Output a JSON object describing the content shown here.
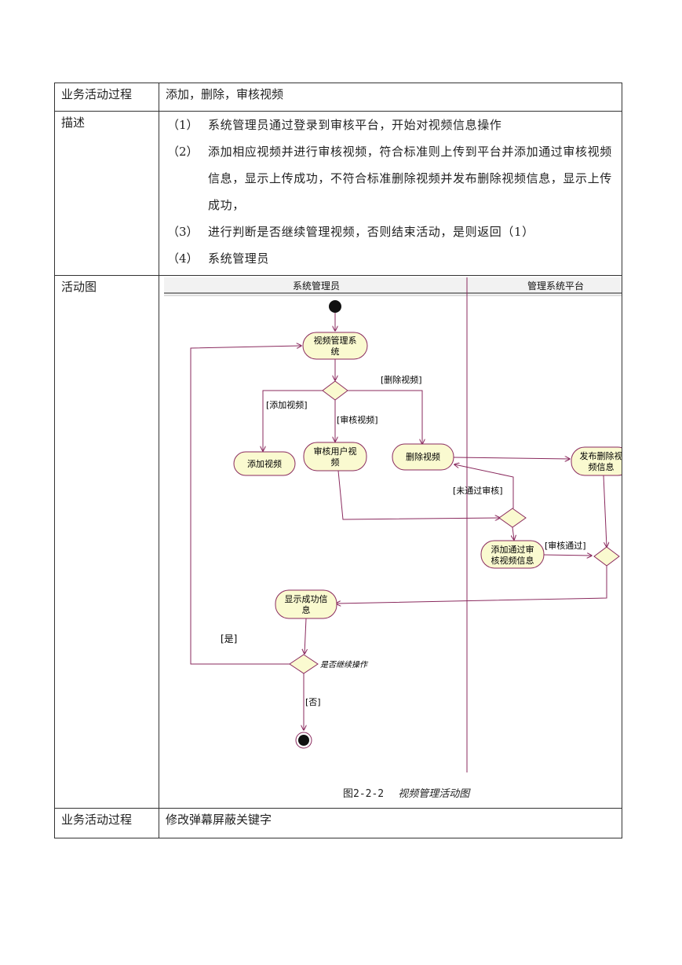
{
  "table": {
    "rows": [
      {
        "label": "业务活动过程",
        "value": "添加，删除，审核视频"
      },
      {
        "label": "描述"
      },
      {
        "label": "活动图"
      },
      {
        "label": "业务活动过程",
        "value": "修改弹幕屏蔽关键字"
      }
    ],
    "description": [
      {
        "num": "（1）",
        "text": "系统管理员通过登录到审核平台，开始对视频信息操作"
      },
      {
        "num": "（2）",
        "text": "添加相应视频并进行审核视频，符合标准则上传到平台并添加通过审核视频信息，显示上传成功，不符合标准删除视频并发布删除视频信息，显示上传成功，"
      },
      {
        "num": "（3）",
        "text": "进行判断是否继续管理视频，否则结束活动，是则返回（1）"
      },
      {
        "num": "（4）",
        "text": "系统管理员"
      }
    ]
  },
  "diagram": {
    "lanes": [
      "系统管理员",
      "管理系统平台"
    ],
    "nodes": {
      "video_mgmt": [
        "视频管理系",
        "统"
      ],
      "add_video": [
        "添加视频"
      ],
      "review_video": [
        "审核用户视",
        "频"
      ],
      "delete_video": [
        "删除视频"
      ],
      "publish_delete": [
        "发布删除视",
        "频信息"
      ],
      "add_passed": [
        "添加通过审",
        "核视频信息"
      ],
      "show_success": [
        "显示成功信",
        "息"
      ]
    },
    "guards": {
      "delete": "[删除视频]",
      "add": "[添加视频]",
      "review": "[审核视频]",
      "not_passed": "[未通过审核]",
      "passed": "[审核通过]",
      "yes": "[是]",
      "no": "[否]"
    },
    "decision_label": "是否继续操作",
    "caption_figure": "图2-2-2",
    "caption_title": "视频管理活动图",
    "colors": {
      "line": "#8a2a5e",
      "node_fill": "#fafad0",
      "node_stroke": "#8a2a5e"
    }
  }
}
